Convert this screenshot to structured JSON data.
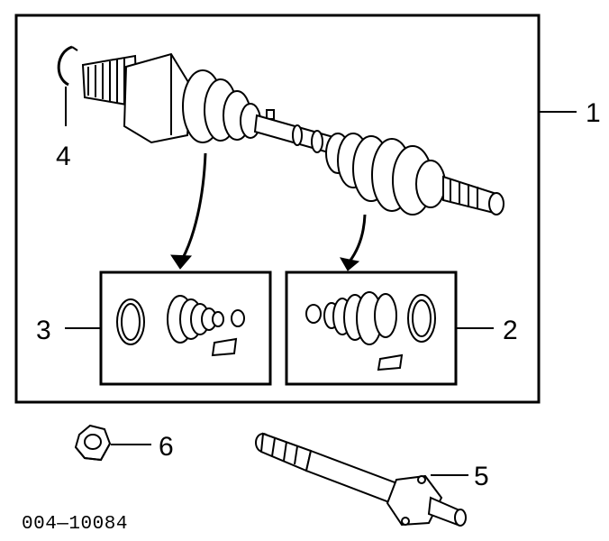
{
  "callouts": {
    "c1": "1",
    "c2": "2",
    "c3": "3",
    "c4": "4",
    "c5": "5",
    "c6": "6"
  },
  "figure_code": "004—10084",
  "icons": [
    "axle-shaft-assembly",
    "snap-ring",
    "inner-boot-kit",
    "outer-boot-kit",
    "hex-nut",
    "intermediate-shaft"
  ]
}
